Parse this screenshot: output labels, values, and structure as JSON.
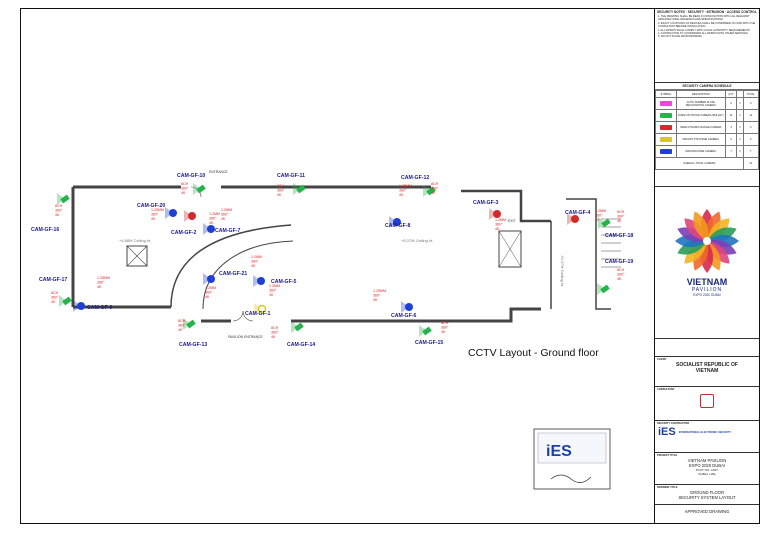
{
  "drawing_title": "CCTV Layout - Ground floor",
  "cameras": [
    {
      "id": "CAM-GF-1",
      "spec": [
        "1.2MM",
        "360°",
        "4K"
      ]
    },
    {
      "id": "CAM-GF-2",
      "spec": [
        "1.2MM",
        "360°",
        "4K"
      ]
    },
    {
      "id": "CAM-GF-3",
      "spec": [
        "1.2MM",
        "360°",
        "4K"
      ]
    },
    {
      "id": "CAM-GF-4",
      "spec": [
        "1.2MM",
        "360°",
        "4K"
      ]
    },
    {
      "id": "CAM-GF-5",
      "spec": [
        "1.2MM",
        "360°",
        "4K"
      ]
    },
    {
      "id": "CAM-GF-6",
      "spec": [
        "1.25MM",
        "360°",
        "4K"
      ]
    },
    {
      "id": "CAM-GF-7",
      "spec": [
        "1.2MM",
        "360°",
        "4K"
      ]
    },
    {
      "id": "CAM-GF-8",
      "spec": [
        "1.25MM",
        "360°",
        "4K"
      ]
    },
    {
      "id": "CAM-GF-9",
      "spec": [
        "1.25MM",
        "360°",
        "4K"
      ]
    },
    {
      "id": "CAM-GF-10",
      "spec": [
        "8CH",
        "360°",
        "4K"
      ]
    },
    {
      "id": "CAM-GF-11",
      "spec": [
        "8CH",
        "360°",
        "4K"
      ]
    },
    {
      "id": "CAM-GF-12",
      "spec": [
        "8CH",
        "360°",
        "4K"
      ]
    },
    {
      "id": "CAM-GF-13",
      "spec": [
        "8CH",
        "360°",
        "4K"
      ]
    },
    {
      "id": "CAM-GF-14",
      "spec": [
        "8CH",
        "360°",
        "4K"
      ]
    },
    {
      "id": "CAM-GF-15",
      "spec": [
        "8CH",
        "360°",
        "4K"
      ]
    },
    {
      "id": "CAM-GF-16",
      "spec": [
        "8CH",
        "360°",
        "4K"
      ]
    },
    {
      "id": "CAM-GF-17",
      "spec": [
        "8CH",
        "360°",
        "4K"
      ]
    },
    {
      "id": "CAM-GF-18",
      "spec": [
        "8CH",
        "360°",
        "4K"
      ]
    },
    {
      "id": "CAM-GF-19",
      "spec": [
        "8CH",
        "360°",
        "4K"
      ]
    },
    {
      "id": "CAM-GF-20",
      "spec": [
        "1.25MM",
        "360°",
        "4K"
      ]
    },
    {
      "id": "CAM-GF-21",
      "spec": [
        "1.2MM",
        "360°",
        "4K"
      ]
    }
  ],
  "labels": {
    "entrance": "ENTRANCE",
    "pavilion_entrance": "PAVILION ENTRANCE",
    "exit": "EXIT",
    "ceiling_1": "+4.88M Ceiling ht.",
    "ceiling_2": "+5.07M Ceiling ht.",
    "ceiling_3": "+5.07M Ceiling ht."
  },
  "title_block": {
    "notes_heading": "SECURITY NOTES · SECURITY · INTRUSION · ACCESS CONTROL",
    "notes": [
      "1. THE DRAWING SHALL BE READ IN CONJUNCTION WITH ALL RELEVANT ARCHITECTURAL DRAWINGS AND SPECIFICATIONS.",
      "2. EXACT LOCATIONS OF DEVICES SHALL BE CONFIRMED ON SITE WITH THE CONSULTANT BEFORE INSTALLATION.",
      "3. ALL WORKS SHALL COMPLY WITH LOCAL AUTHORITY REQUIREMENTS.",
      "4. CONTRACTOR TO COORDINATE ALL WORKS WITH OTHER SERVICES.",
      "5. DO NOT SCALE FROM DRAWING."
    ],
    "schedule_title": "SECURITY CAMERA SCHEDULE",
    "schedule_headers": [
      "SYMBOL",
      "DESCRIPTION",
      "QTY",
      "",
      "TOTAL"
    ],
    "schedule_rows": [
      {
        "desc": "AUTO NUMBER PLATE RECOGNITION CAMERA",
        "color": "#e64ad6",
        "qty": [
          "0",
          "1",
          "0"
        ]
      },
      {
        "desc": "FIXED OUTDOOR CAMERA (BULLET)",
        "color": "#25b34a",
        "qty": [
          "11",
          "1",
          "11"
        ]
      },
      {
        "desc": "WIDE DYNAMIC RANGE CAMERA",
        "color": "#d22b2b",
        "qty": [
          "3",
          "1",
          "3"
        ]
      },
      {
        "desc": "INDOOR PTZ DOME CAMERA",
        "color": "#d9c81f",
        "qty": [
          "0",
          "1",
          "0"
        ]
      },
      {
        "desc": "INDOOR DOME CAMERA",
        "color": "#1f3fd6",
        "qty": [
          "7",
          "1",
          "7"
        ]
      }
    ],
    "overall_label": "OVERALL TOTAL CAMERA",
    "overall_total": "21",
    "logo_line1": "VIETNAM",
    "logo_line2": "PAVILION",
    "logo_line3": "EXPO 2020 DUBAI",
    "client_label": "CLIENT",
    "client_name": "SOCIALIST REPUBLIC OF VIETNAM",
    "consultant_label": "CONSULTANT",
    "contractor_label": "SECURITY CONTRACTOR",
    "contractor_logo": "iES",
    "contractor_name": "INTERNATIONAL ELECTRONIC SECURITY",
    "project_label": "PROJECT TITLE",
    "project_lines": [
      "VIETNAM PAVILION",
      "EXPO 2020 DUBAI",
      "PLOT NO: C007",
      "DUBAI, UAE"
    ],
    "drawing_label": "DRAWING TITLE",
    "drawing_lines": [
      "GROUND FLOOR",
      "SECURITY SYSTEM LAYOUT"
    ],
    "status": "APPROVED DRAWING",
    "stamp_logo": "iES"
  },
  "colors": {
    "dome": "#1f3fd6",
    "bullet": "#25b34a",
    "wdr": "#d22b2b",
    "ptz": "#d9c81f",
    "anpr": "#e64ad6",
    "label": "#1a1a8c",
    "spec": "#d22222"
  }
}
